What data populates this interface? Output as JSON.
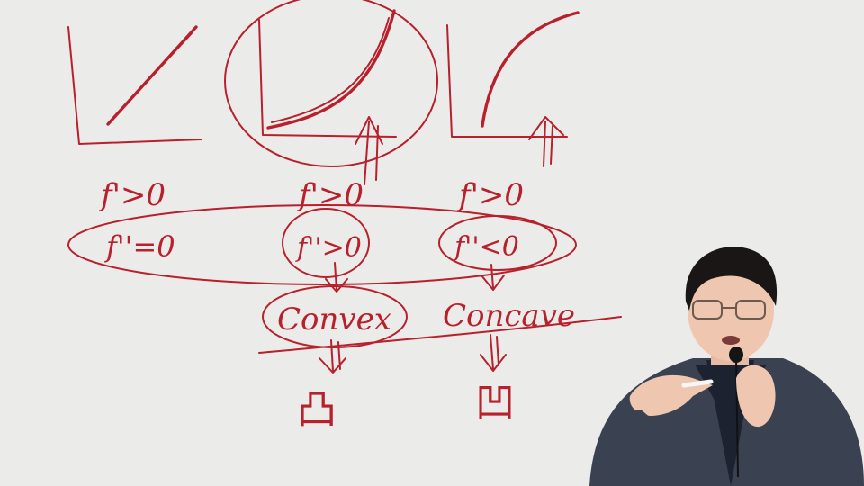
{
  "colors": {
    "background": "#ebebea",
    "ink": "#b8202c",
    "jacket": "#3a4150",
    "shirt": "#1c2230",
    "skin": "#efc7b0",
    "hair": "#1a1616"
  },
  "board": {
    "first_derivative": [
      "f'>0",
      "f'>0",
      "f'>0"
    ],
    "second_derivative": [
      "f''=0",
      "f''>0",
      "f''<0"
    ],
    "shape_labels": [
      "Convex",
      "Concave"
    ],
    "chinese_labels": [
      "凸",
      "凹"
    ]
  },
  "presenter": {
    "description": "lecturer with glasses and lapel microphone"
  }
}
